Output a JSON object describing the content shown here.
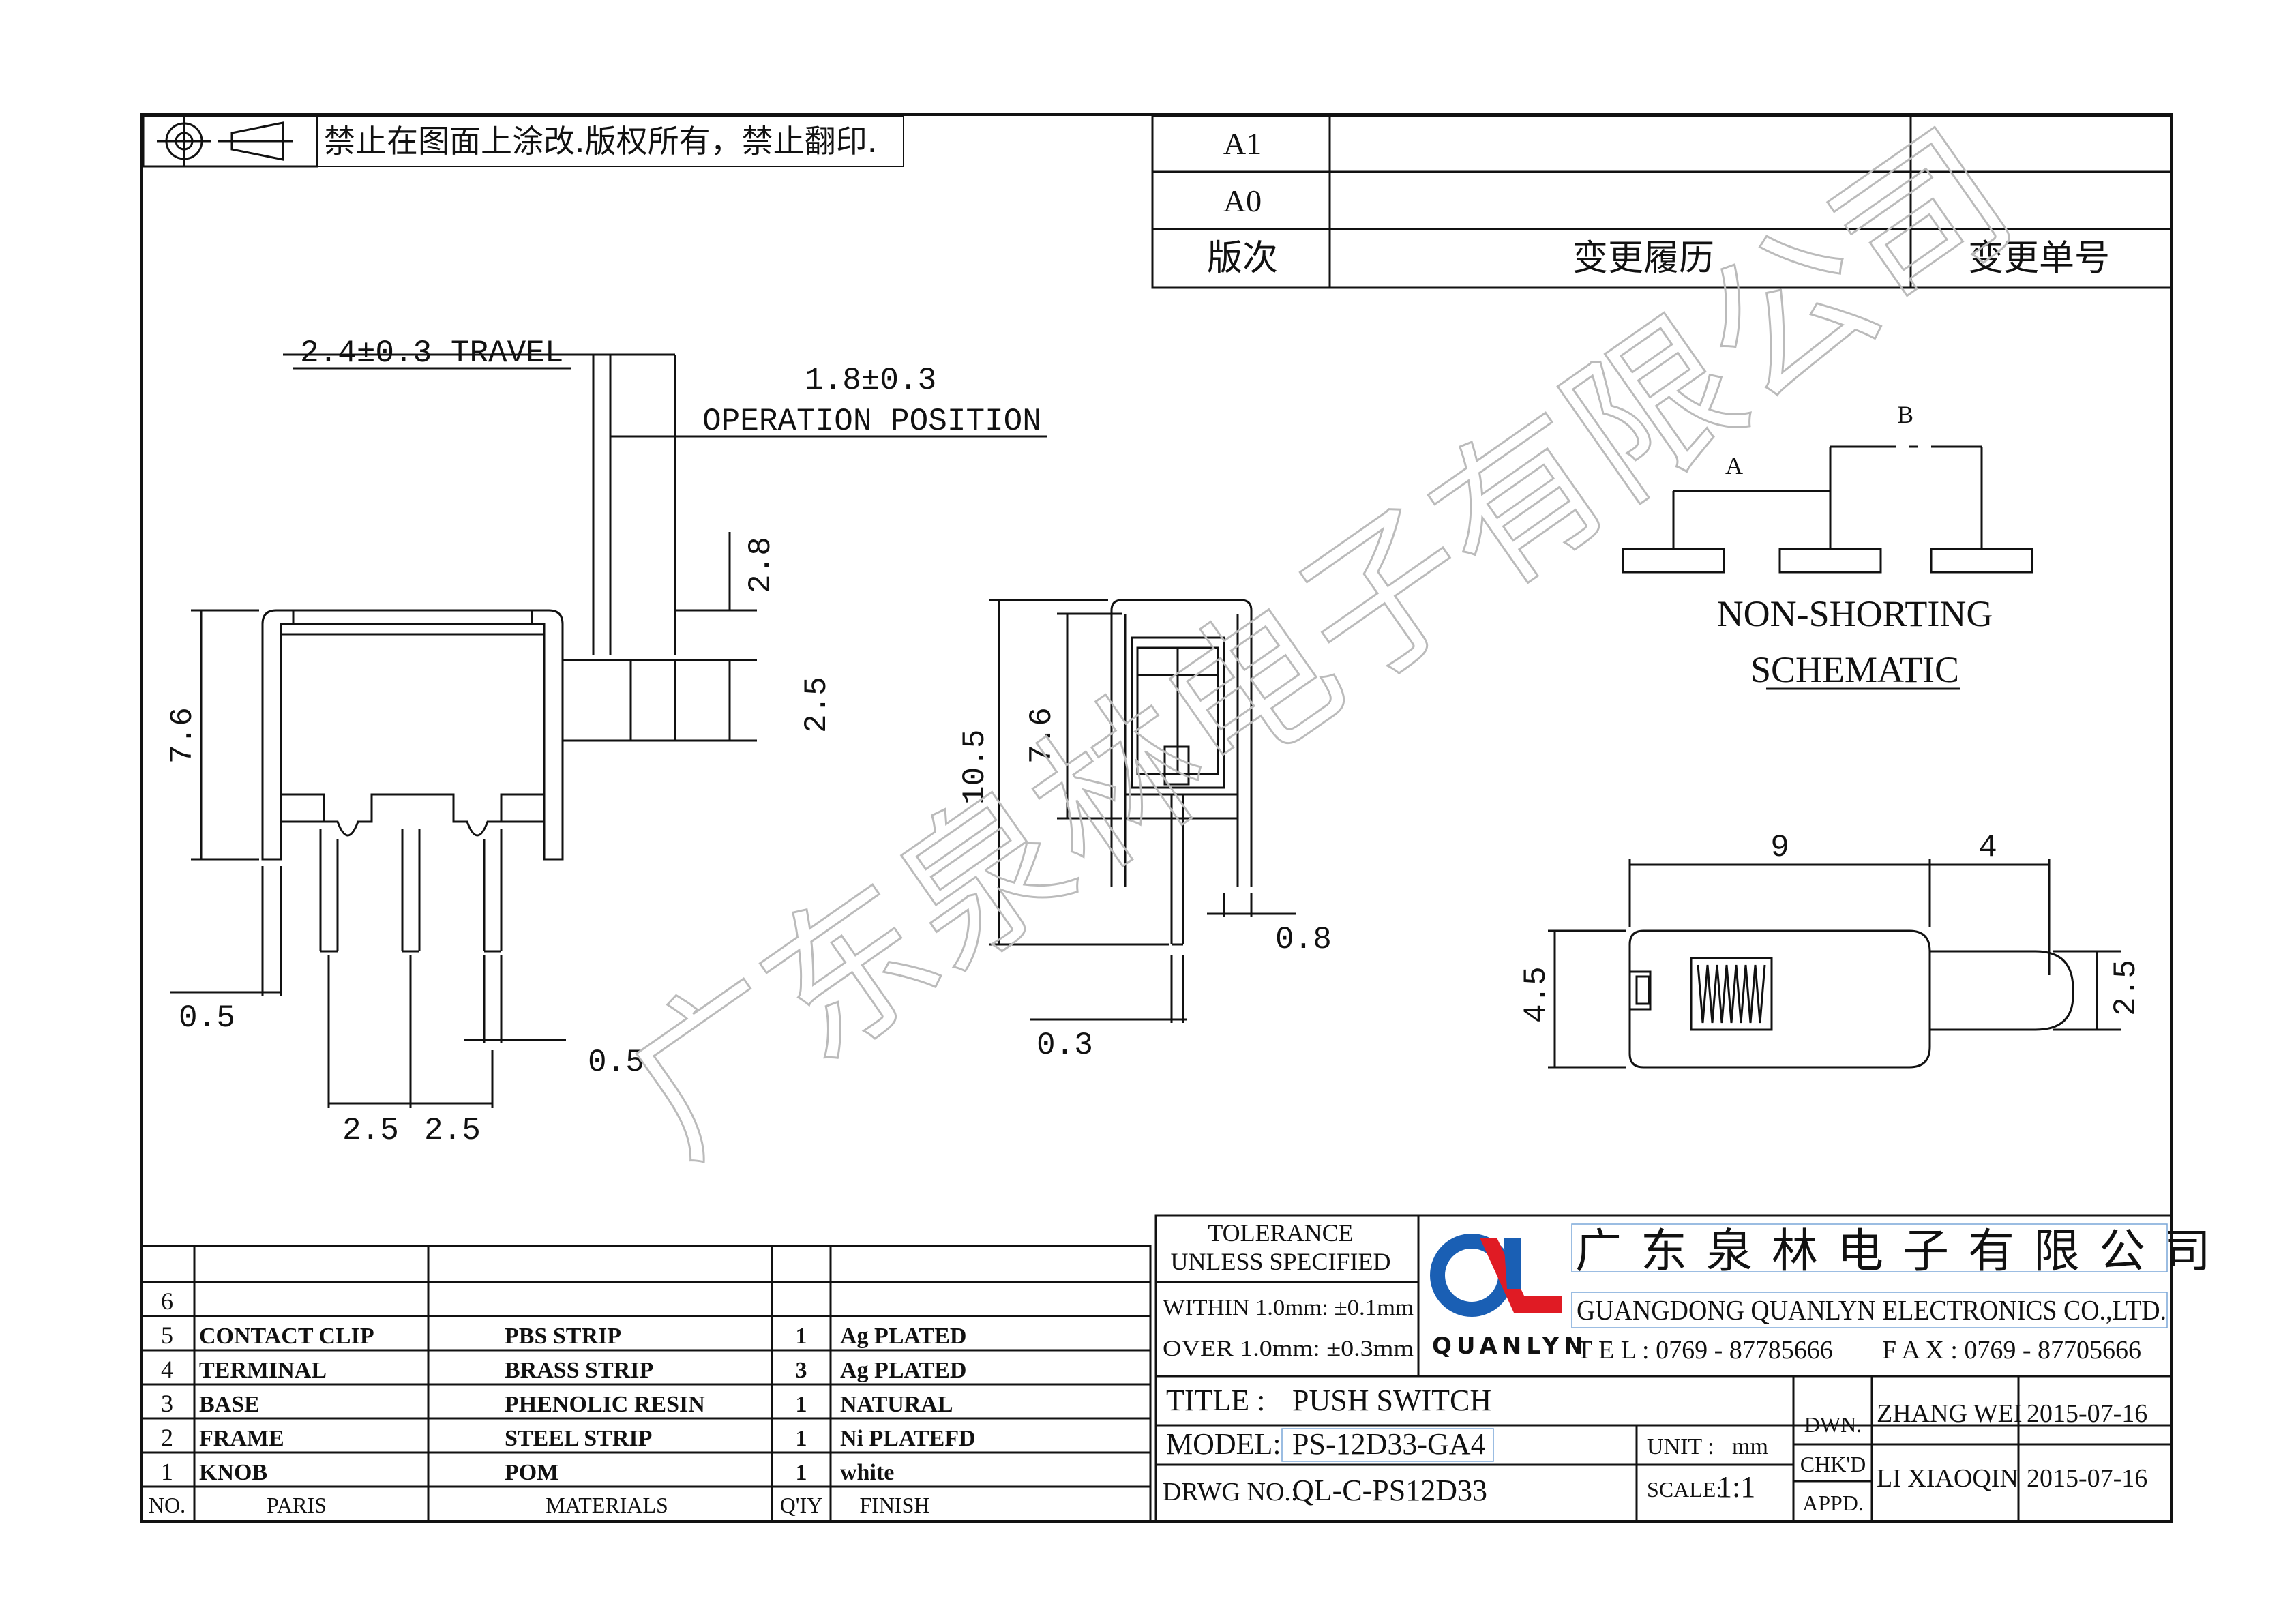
{
  "notice": "禁止在图面上涂改.版权所有，禁止翻印.",
  "revision_table": {
    "rows": [
      "A1",
      "A0"
    ],
    "headers": [
      "版次",
      "变更履历",
      "变更单号"
    ]
  },
  "side_view": {
    "travel": "2.4±0.3  TRAVEL",
    "operation_value": "1.8±0.3",
    "operation_label": "OPERATION POSITION",
    "dim_2_8": "2.8",
    "dim_7_6": "7.6",
    "dim_2_5_height": "2.5",
    "dim_0_5_left": "0.5",
    "dim_0_5_right": "0.5",
    "pitch_1": "2.5",
    "pitch_2": "2.5"
  },
  "front_view": {
    "dim_10_5": "10.5",
    "dim_7_6": "7.6",
    "dim_0_8": "0.8",
    "dim_0_3": "0.3"
  },
  "schematic": {
    "label_a": "A",
    "label_b": "B",
    "title_1": "NON-SHORTING",
    "title_2": "SCHEMATIC"
  },
  "top_view": {
    "dim_9": "9",
    "dim_4": "4",
    "dim_4_5": "4.5",
    "dim_2_5": "2.5"
  },
  "watermark": "广东泉林电子有限公司",
  "parts_table": {
    "headers": [
      "NO.",
      "PARIS",
      "MATERIALS",
      "Q'IY",
      "FINISH"
    ],
    "rows": [
      {
        "no": "6",
        "part": "",
        "material": "",
        "qty": "",
        "finish": ""
      },
      {
        "no": "5",
        "part": "CONTACT CLIP",
        "material": "PBS STRIP",
        "qty": "1",
        "finish": "Ag PLATED"
      },
      {
        "no": "4",
        "part": "TERMINAL",
        "material": "BRASS STRIP",
        "qty": "3",
        "finish": "Ag PLATED"
      },
      {
        "no": "3",
        "part": "BASE",
        "material": "PHENOLIC RESIN",
        "qty": "1",
        "finish": "NATURAL"
      },
      {
        "no": "2",
        "part": "FRAME",
        "material": "STEEL STRIP",
        "qty": "1",
        "finish": "Ni PLATEFD"
      },
      {
        "no": "1",
        "part": "KNOB",
        "material": "POM",
        "qty": "1",
        "finish": "white"
      }
    ]
  },
  "tolerance": {
    "line1": "TOLERANCE",
    "line2": "UNLESS SPECIFIED",
    "within": "WITHIN 1.0mm: ±0.1mm",
    "over": "OVER 1.0mm:   ±0.3mm"
  },
  "company": {
    "logo_text": "QUANLYN",
    "name_cn": "广东泉林电子有限公司",
    "name_en": "GUANGDONG QUANLYN ELECTRONICS CO.,LTD.",
    "tel": "T E L : 0769 - 87785666",
    "fax": "F A X : 0769 - 87705666",
    "logo_blue": "#1a5fb4",
    "logo_red": "#e01b24"
  },
  "title_block": {
    "title_label": "TITLE :",
    "title_value": "PUSH SWITCH",
    "model_label": "MODEL:",
    "model_value": "PS-12D33-GA4",
    "drwg_label": "DRWG NO.:",
    "drwg_value": "QL-C-PS12D33",
    "unit_label": "UNIT :",
    "unit_value": "mm",
    "scale_label": "SCALE:",
    "scale_value": "1:1",
    "dwn_label": "DWN.",
    "chkd_label": "CHK'D",
    "appd_label": "APPD.",
    "dwn_name": "ZHANG WEI",
    "dwn_date": "2015-07-16",
    "chkd_name": "LI XIAOQIN",
    "chkd_date": "2015-07-16"
  }
}
